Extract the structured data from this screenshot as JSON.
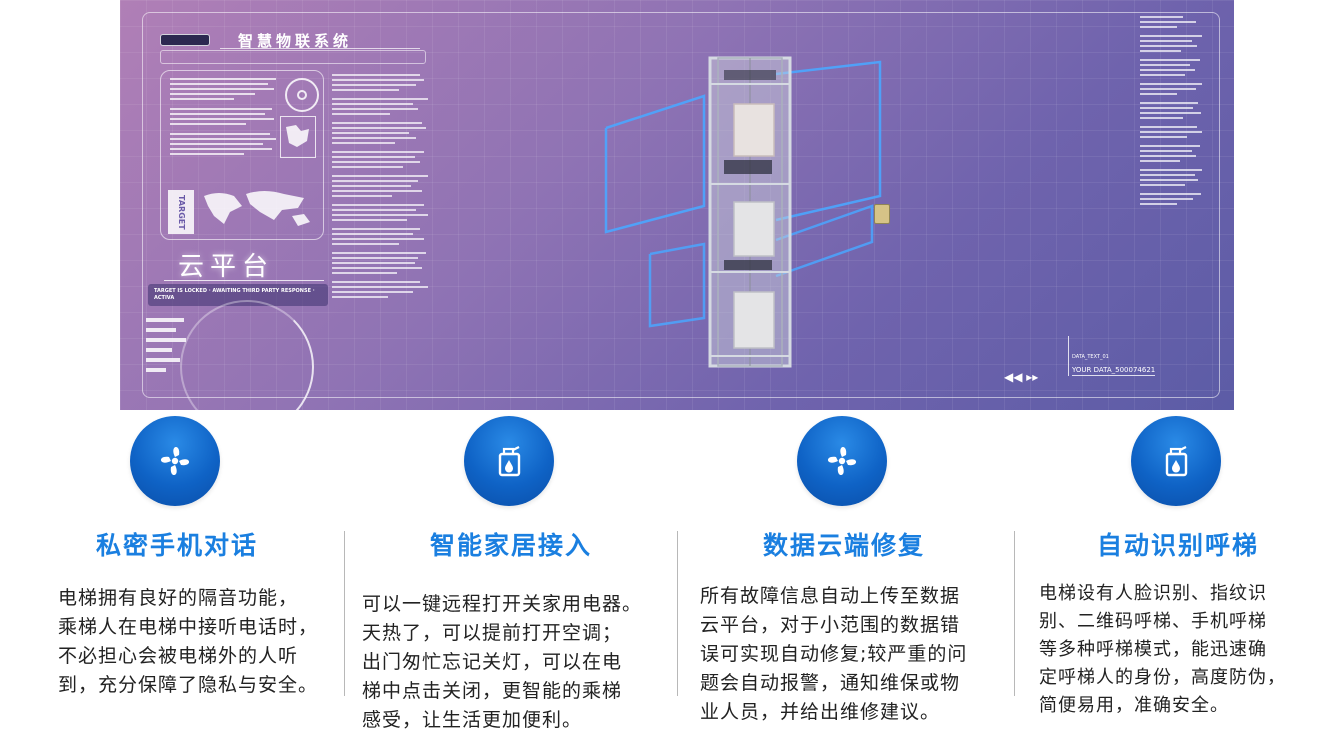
{
  "hero": {
    "hud_title": "智慧物联系统",
    "cloud_label": "云平台",
    "target_badge": "TARGET",
    "locked_text": "TARGET IS LOCKED · AWAITING THIRD PARTY RESPONSE · ACTIVA",
    "readout_small": "DATA_TEXT_01",
    "readout_label": "YOUR DATA_500074621",
    "arrows": "◀◀ ▸▸"
  },
  "features": [
    {
      "icon": "fan-icon",
      "title": "私密手机对话",
      "desc": [
        "电梯拥有良好的隔音功能，",
        "乘梯人在电梯中接听电话时，",
        "不必担心会被电梯外的人听",
        "到，充分保障了隐私与安全。"
      ]
    },
    {
      "icon": "oil-can-icon",
      "title": "智能家居接入",
      "desc": [
        "可以一键远程打开关家用电器。",
        "天热了，可以提前打开空调；",
        "出门匆忙忘记关灯，可以在电",
        "梯中点击关闭，更智能的乘梯",
        "感受，让生活更加便利。"
      ]
    },
    {
      "icon": "fan-icon",
      "title": "数据云端修复",
      "desc": [
        "所有故障信息自动上传至数据",
        "云平台，对于小范围的数据错",
        "误可实现自动修复;较严重的问",
        "题会自动报警，通知维保或物",
        "业人员，并给出维修建议。"
      ]
    },
    {
      "icon": "oil-can-icon",
      "title": "自动识别呼梯",
      "desc": [
        "电梯设有人脸识别、指纹识",
        "别、二维码呼梯、手机呼梯",
        "等多种呼梯模式，能迅速确",
        "定呼梯人的身份，高度防伪，",
        "简便易用，准确安全。"
      ]
    }
  ],
  "colors": {
    "accent_blue": "#1a7fe0",
    "icon_blue": "#0f63c6",
    "text": "#222222"
  }
}
